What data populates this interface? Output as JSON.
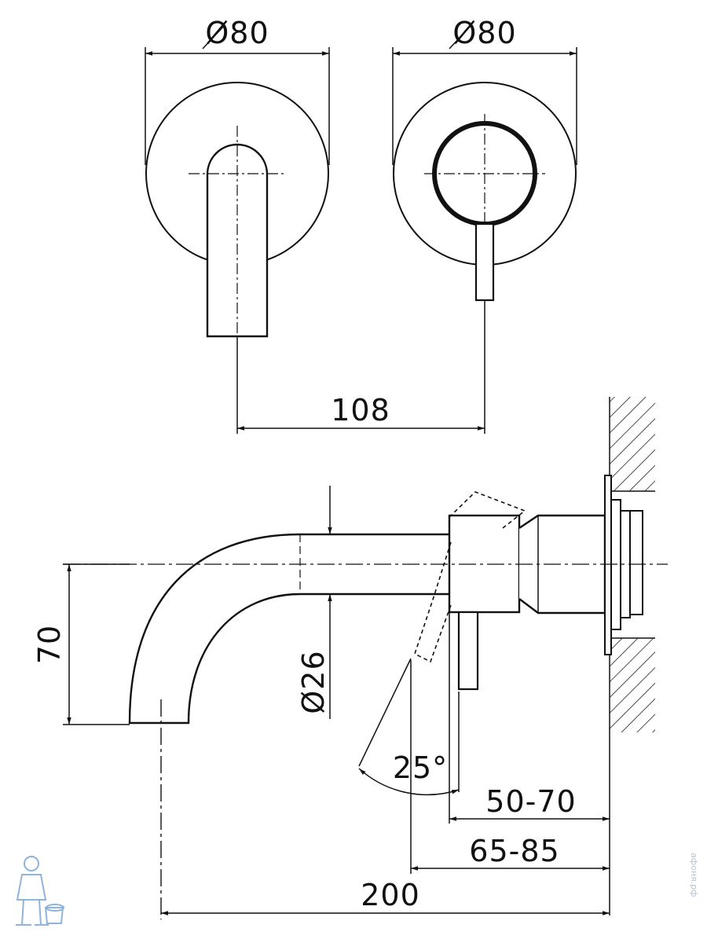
{
  "dimensions": {
    "front_left_diameter": "Ø80",
    "front_right_diameter": "Ø80",
    "handle_spacing": "108",
    "spout_height": "70",
    "spout_diameter": "Ø26",
    "handle_angle": "25°",
    "wall_depth": "50-70",
    "handle_depth": "65-85",
    "spout_projection": "200"
  },
  "watermark": "афоня.рф",
  "colors": {
    "line": "#111111",
    "logo": "#8fb3d9"
  }
}
